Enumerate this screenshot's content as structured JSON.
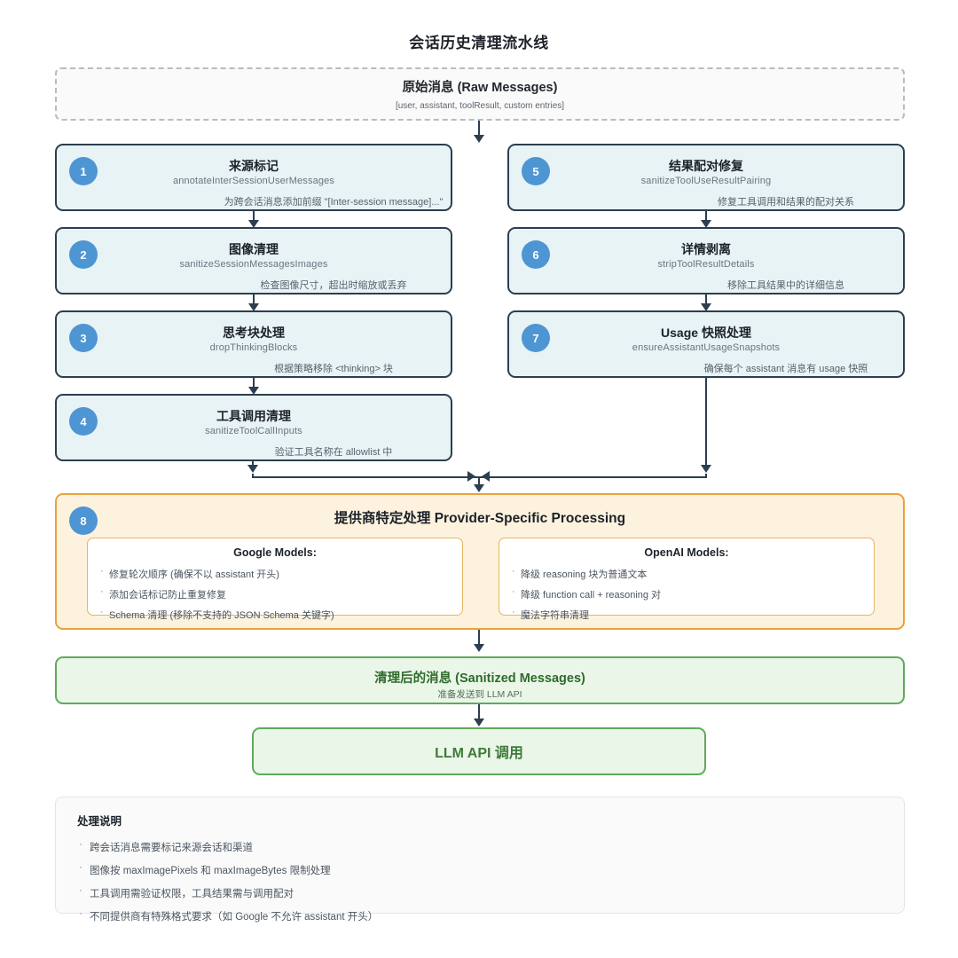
{
  "title": "会话历史清理流水线",
  "raw": {
    "title": "原始消息 (Raw Messages)",
    "subtitle": "[user, assistant, toolResult, custom entries]"
  },
  "steps_left": [
    {
      "num": "1",
      "title": "来源标记",
      "fn": "annotateInterSessionUserMessages",
      "desc": "为跨会话消息添加前缀 \"[Inter-session message]...\""
    },
    {
      "num": "2",
      "title": "图像清理",
      "fn": "sanitizeSessionMessagesImages",
      "desc": "检查图像尺寸，超出时缩放或丢弃"
    },
    {
      "num": "3",
      "title": "思考块处理",
      "fn": "dropThinkingBlocks",
      "desc": "根据策略移除 <thinking> 块"
    },
    {
      "num": "4",
      "title": "工具调用清理",
      "fn": "sanitizeToolCallInputs",
      "desc": "验证工具名称在 allowlist 中"
    }
  ],
  "steps_right": [
    {
      "num": "5",
      "title": "结果配对修复",
      "fn": "sanitizeToolUseResultPairing",
      "desc": "修复工具调用和结果的配对关系"
    },
    {
      "num": "6",
      "title": "详情剥离",
      "fn": "stripToolResultDetails",
      "desc": "移除工具结果中的详细信息"
    },
    {
      "num": "7",
      "title": "Usage 快照处理",
      "fn": "ensureAssistantUsageSnapshots",
      "desc": "确保每个 assistant 消息有 usage 快照"
    }
  ],
  "provider": {
    "num": "8",
    "title": "提供商特定处理 Provider-Specific Processing",
    "google": {
      "title": "Google Models:",
      "items": [
        "修复轮次顺序 (确保不以 assistant 开头)",
        "添加会话标记防止重复修复",
        "Schema 清理 (移除不支持的 JSON Schema 关键字)"
      ]
    },
    "openai": {
      "title": "OpenAI Models:",
      "items": [
        "降级 reasoning 块为普通文本",
        "降级 function call + reasoning 对",
        "魔法字符串清理"
      ]
    }
  },
  "sanitized": {
    "title": "清理后的消息 (Sanitized Messages)",
    "subtitle": "准备发送到 LLM API"
  },
  "llm": {
    "label": "LLM API 调用"
  },
  "notes": {
    "title": "处理说明",
    "items": [
      "跨会话消息需要标记来源会话和渠道",
      "图像按 maxImagePixels 和 maxImageBytes 限制处理",
      "工具调用需验证权限，工具结果需与调用配对",
      "不同提供商有特殊格式要求（如 Google 不允许 assistant 开头）"
    ]
  },
  "colors": {
    "step_fill": "#e7f3f4",
    "step_border": "#2c3e50",
    "badge": "#4e95d3",
    "provider_fill": "#fdf2de",
    "provider_border": "#e8a33d",
    "green_fill": "#eaf6e8",
    "green_border": "#60aa5b",
    "green_text": "#3f7a3a",
    "connector": "#2c3e50"
  }
}
